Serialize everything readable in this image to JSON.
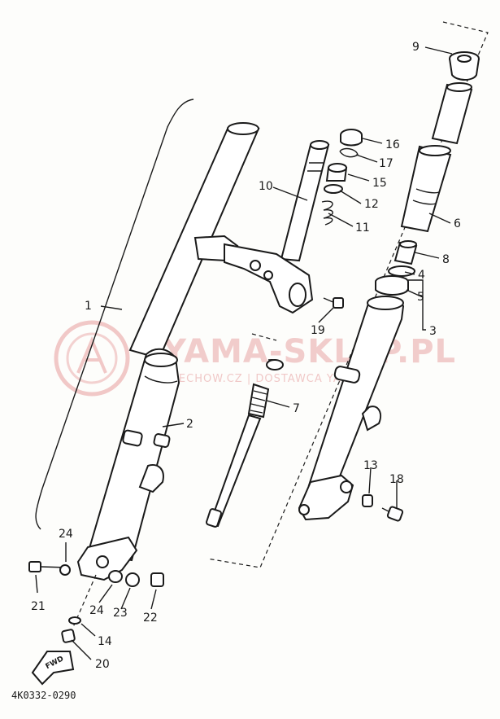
{
  "callouts": [
    {
      "id": "c1",
      "label": "1"
    },
    {
      "id": "c2",
      "label": "2"
    },
    {
      "id": "c3",
      "label": "3"
    },
    {
      "id": "c4",
      "label": "4"
    },
    {
      "id": "c5",
      "label": "5"
    },
    {
      "id": "c6",
      "label": "6"
    },
    {
      "id": "c7",
      "label": "7"
    },
    {
      "id": "c8",
      "label": "8"
    },
    {
      "id": "c9",
      "label": "9"
    },
    {
      "id": "c10",
      "label": "10"
    },
    {
      "id": "c11",
      "label": "11"
    },
    {
      "id": "c12",
      "label": "12"
    },
    {
      "id": "c13",
      "label": "13"
    },
    {
      "id": "c14",
      "label": "14"
    },
    {
      "id": "c15",
      "label": "15"
    },
    {
      "id": "c16",
      "label": "16"
    },
    {
      "id": "c17",
      "label": "17"
    },
    {
      "id": "c18",
      "label": "18"
    },
    {
      "id": "c19",
      "label": "19"
    },
    {
      "id": "c20",
      "label": "20"
    },
    {
      "id": "c21",
      "label": "21"
    },
    {
      "id": "c22",
      "label": "22"
    },
    {
      "id": "c23",
      "label": "23"
    },
    {
      "id": "c24a",
      "label": "24"
    },
    {
      "id": "c24b",
      "label": "24"
    }
  ],
  "reference": "4K0332-0290",
  "fwd_label": "FWD",
  "watermark": {
    "title": "YAMA-SKLEP.PL",
    "subtitle": "CIECHOW.CZ | DOSTAWCA YAMAHA",
    "color": "#e9a5a5"
  }
}
